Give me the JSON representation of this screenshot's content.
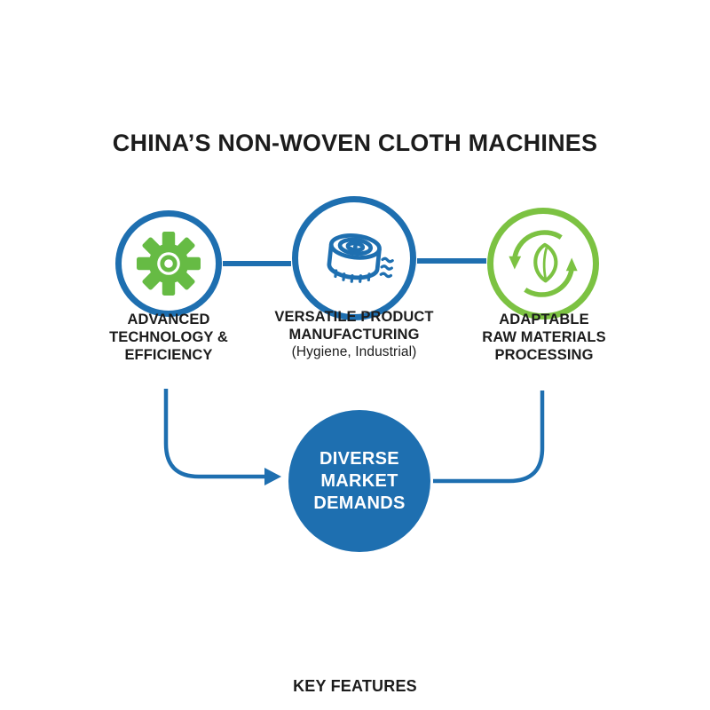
{
  "title": "CHINA’S NON-WOVEN CLOTH MACHINES",
  "footer": "KEY FEATURES",
  "colors": {
    "blue": "#1e6fb0",
    "green": "#7cc242",
    "gear-green": "#66bb44",
    "ink": "#1c1c1c"
  },
  "nodes": [
    {
      "id": "advanced-technology",
      "icon": "gear-icon",
      "ring_color": "blue",
      "label_lines": [
        "ADVANCED",
        "TECHNOLOGY &",
        "EFFICIENCY"
      ]
    },
    {
      "id": "versatile-product-manufacturing",
      "icon": "fabric-roll-icon",
      "ring_color": "blue",
      "label_lines": [
        "VERSATILE PRODUCT",
        "MANUFACTURING",
        "(Hygiene, Industrial)"
      ]
    },
    {
      "id": "adaptable-raw-materials",
      "icon": "leaf-recycle-icon",
      "ring_color": "green",
      "label_lines": [
        "ADAPTABLE",
        "RAW MATERIALS",
        "PROCESSING"
      ]
    }
  ],
  "center": {
    "label_lines": [
      "DIVERSE",
      "MARKET",
      "DEMANDS"
    ]
  }
}
